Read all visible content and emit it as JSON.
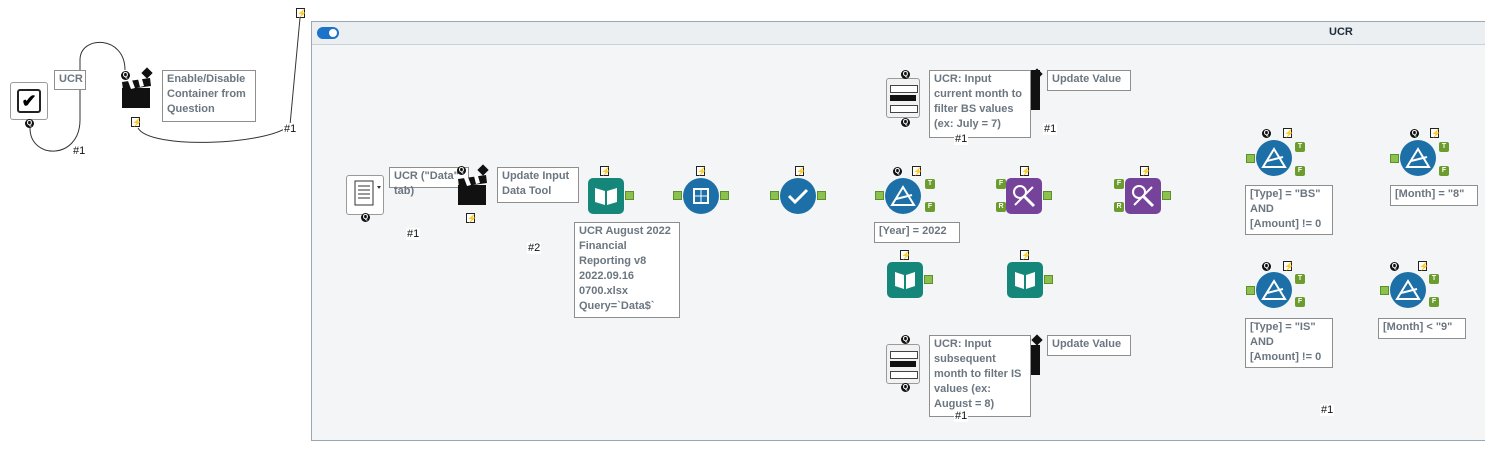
{
  "container": {
    "title": "UCR"
  },
  "left": {
    "ucr_label": "UCR",
    "enable_disable_comment": "Enable/Disable\nContainer from\nQuestion",
    "conn1": "#1",
    "conn2": "#1"
  },
  "top": {
    "comment": "UCR: Input\ncurrent month to\nfilter BS values\n(ex: July = 7)",
    "update_value": "Update Value",
    "conn_a": "#1",
    "conn_b": "#1"
  },
  "bottom": {
    "comment": "UCR: Input\nsubsequent\nmonth to filter IS\nvalues (ex:\nAugust = 8)",
    "update_value": "Update Value",
    "conn_a": "#1",
    "conn_b": "#1"
  },
  "mid": {
    "tab_label": "UCR (\"Data\" tab)",
    "update_input": "Update Input\nData Tool",
    "input_comment": "UCR August 2022\nFinancial\nReporting v8\n2022.09.16\n0700.xlsx\nQuery=`Data$`",
    "conn_a": "#1",
    "conn_b": "#2",
    "year_filter": "[Year] = 2022",
    "bs_filter": "[Type] = \"BS\"\nAND\n[Amount] != 0",
    "is_filter": "[Type] = \"IS\"\nAND\n[Amount] != 0",
    "month8": "[Month] = \"8\"",
    "month9": "[Month] < \"9\""
  },
  "badges": {
    "t": "T",
    "f": "F",
    "r": "R",
    "q": "Q",
    "bolt": "⚡"
  },
  "colors": {
    "filter": "#1d6fa8",
    "join": "#75449a",
    "input": "#14867a",
    "anchor": "#8dc14e"
  }
}
